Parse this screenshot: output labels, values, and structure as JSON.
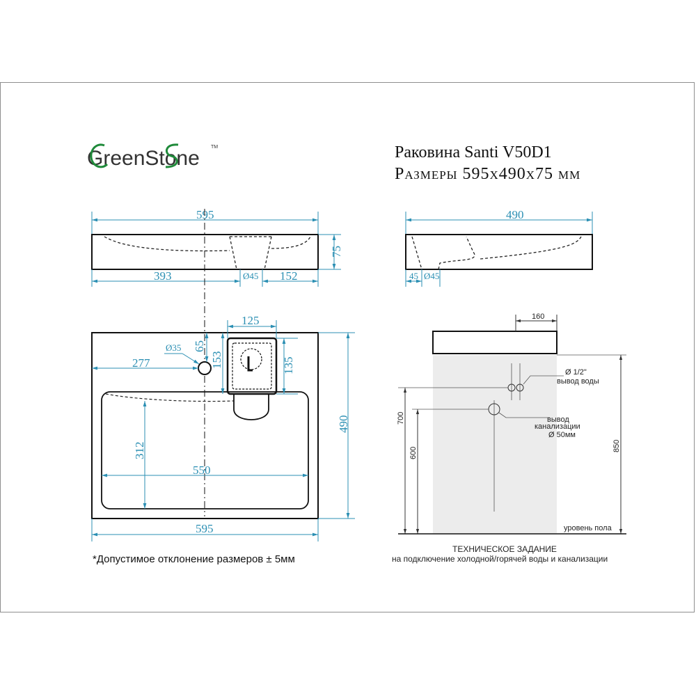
{
  "brand": {
    "logo_text": "GreenStone",
    "trademark": "TM",
    "accent_color": "#1f8a3a"
  },
  "header": {
    "title": "Раковина Santi V50D1",
    "subtitle": "Размеры 595х490х75 мм"
  },
  "front_view": {
    "width": "595",
    "height": "75",
    "left_offset": "393",
    "drain_diameter": "Ø45",
    "right_offset": "152"
  },
  "side_view": {
    "depth": "490",
    "drain_offset": "45",
    "drain_diameter": "Ø45"
  },
  "top_view": {
    "tap_hole_diameter": "Ø35",
    "tap_hole_from_edge": "65",
    "tap_hole_from_left": "277",
    "overflow_width": "125",
    "overflow_depth": "153",
    "overflow_inner_height": "135",
    "basin_depth": "312",
    "basin_width": "550",
    "total_depth": "490",
    "total_width": "595"
  },
  "install_view": {
    "cabinet_width": "160",
    "water_outlet_size": "Ø 1/2\"",
    "water_outlet_label": "вывод воды",
    "sewer_label_1": "вывод",
    "sewer_label_2": "канализации",
    "sewer_diameter": "Ø 50мм",
    "height_water": "700",
    "height_sewer": "600",
    "height_top": "850",
    "floor_label": "уровень пола"
  },
  "footer": {
    "tolerance_note": "*Допустимое отклонение размеров  ± 5мм",
    "tz_title": "ТЕХНИЧЕСКОЕ ЗАДАНИЕ",
    "tz_subtitle": "на подключение холодной/горячей воды и канализации"
  },
  "colors": {
    "dimension": "#2b8fb3",
    "outline": "#111111",
    "frame": "#8e8e8e",
    "wall": "#ececec"
  }
}
